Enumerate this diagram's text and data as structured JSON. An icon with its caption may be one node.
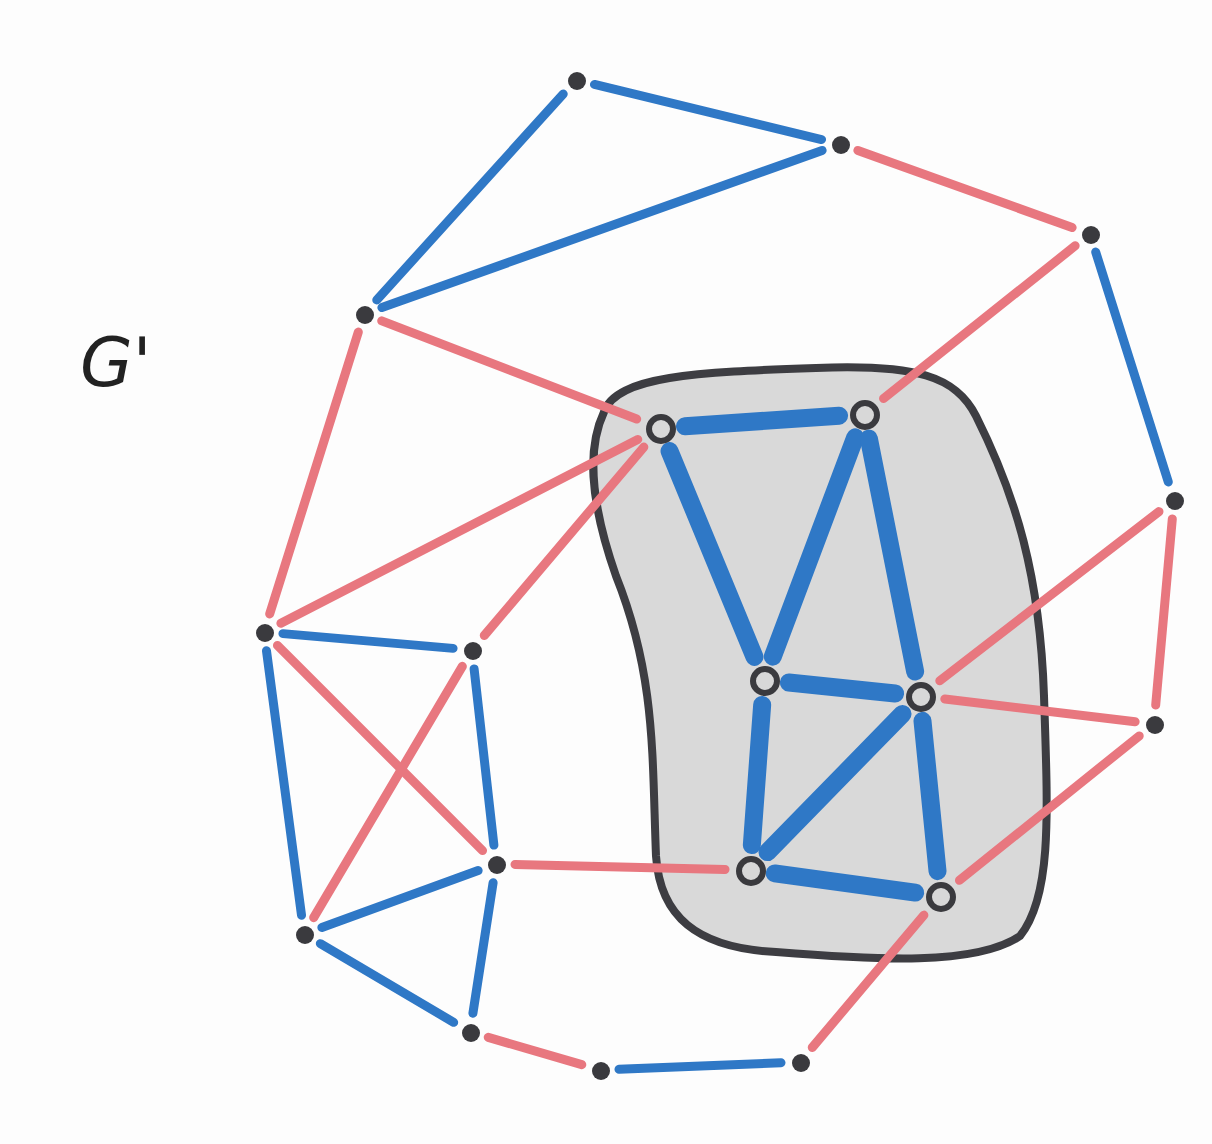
{
  "diagram": {
    "nodes": [
      {
        "text": [],
        "shape": "circle"
      },
      {
        "text": [],
        "shape": "circle"
      },
      {
        "text": [],
        "shape": "circle"
      },
      {
        "text": [],
        "shape": "circle"
      },
      {
        "text": [],
        "shape": "circle"
      },
      {
        "text": [],
        "shape": "circle"
      },
      {
        "text": [],
        "shape": "circle"
      },
      {
        "text": [],
        "shape": "circle"
      },
      {
        "text": [],
        "shape": "circle"
      },
      {
        "text": [],
        "shape": "circle"
      },
      {
        "text": [],
        "shape": "circle"
      },
      {
        "text": [],
        "shape": "circle"
      },
      {
        "text": [],
        "shape": "circle"
      },
      {
        "text": [],
        "shape": "blob"
      },
      {
        "text": [],
        "shape": "circle",
        "in": 13
      },
      {
        "text": [],
        "shape": "circle",
        "in": 13
      },
      {
        "text": [],
        "shape": "circle",
        "in": 13
      },
      {
        "text": [],
        "shape": "circle",
        "in": 13
      },
      {
        "text": [],
        "shape": "circle",
        "in": 13
      },
      {
        "text": [],
        "shape": "circle",
        "in": 13
      }
    ],
    "edges": [
      {
        "from": 0,
        "to": 3,
        "arrow": "none"
      },
      {
        "from": 0,
        "to": 1,
        "arrow": "none"
      },
      {
        "from": 1,
        "to": 3,
        "arrow": "none"
      },
      {
        "from": 2,
        "to": 4,
        "arrow": "none"
      },
      {
        "from": 5,
        "to": 6,
        "arrow": "none"
      },
      {
        "from": 5,
        "to": 8,
        "arrow": "none"
      },
      {
        "from": 6,
        "to": 9,
        "arrow": "none"
      },
      {
        "from": 9,
        "to": 8,
        "arrow": "none"
      },
      {
        "from": 8,
        "to": 10,
        "arrow": "none"
      },
      {
        "from": 9,
        "to": 10,
        "arrow": "none"
      },
      {
        "from": 11,
        "to": 12,
        "arrow": "none"
      },
      {
        "from": 14,
        "to": 15,
        "arrow": "none",
        "style": "thick"
      },
      {
        "from": 14,
        "to": 16,
        "arrow": "none",
        "style": "thick"
      },
      {
        "from": 15,
        "to": 16,
        "arrow": "none",
        "style": "thick"
      },
      {
        "from": 15,
        "to": 17,
        "arrow": "none",
        "style": "thick"
      },
      {
        "from": 16,
        "to": 17,
        "arrow": "none",
        "style": "thick"
      },
      {
        "from": 16,
        "to": 18,
        "arrow": "none",
        "style": "thick"
      },
      {
        "from": 17,
        "to": 18,
        "arrow": "none",
        "style": "thick"
      },
      {
        "from": 17,
        "to": 19,
        "arrow": "none",
        "style": "thick"
      },
      {
        "from": 18,
        "to": 19,
        "arrow": "none",
        "style": "thick"
      },
      {
        "from": 1,
        "to": 2,
        "arrow": "none",
        "color": "#e8777f"
      },
      {
        "from": 2,
        "to": 15,
        "arrow": "none",
        "color": "#e8777f"
      },
      {
        "from": 3,
        "to": 14,
        "arrow": "none",
        "color": "#e8777f"
      },
      {
        "from": 3,
        "to": 5,
        "arrow": "none",
        "color": "#e8777f"
      },
      {
        "from": 5,
        "to": 14,
        "arrow": "none",
        "color": "#e8777f"
      },
      {
        "from": 6,
        "to": 14,
        "arrow": "none",
        "color": "#e8777f"
      },
      {
        "from": 5,
        "to": 9,
        "arrow": "none",
        "color": "#e8777f"
      },
      {
        "from": 6,
        "to": 8,
        "arrow": "none",
        "color": "#e8777f"
      },
      {
        "from": 9,
        "to": 18,
        "arrow": "none",
        "color": "#e8777f"
      },
      {
        "from": 10,
        "to": 11,
        "arrow": "none",
        "color": "#e8777f"
      },
      {
        "from": 12,
        "to": 19,
        "arrow": "none",
        "color": "#e8777f"
      },
      {
        "from": 7,
        "to": 19,
        "arrow": "none",
        "color": "#e8777f"
      },
      {
        "from": 4,
        "to": 17,
        "arrow": "none",
        "color": "#e8777f"
      },
      {
        "from": 17,
        "to": 7,
        "arrow": "none",
        "color": "#e8777f"
      },
      {
        "from": 4,
        "to": 7,
        "arrow": "none",
        "color": "#e8777f"
      }
    ],
    "labels": [
      "G'"
    ]
  }
}
